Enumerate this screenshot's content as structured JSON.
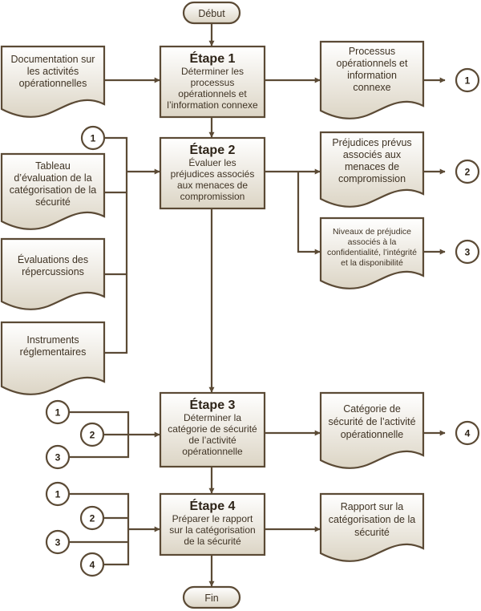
{
  "start": "Début",
  "end": "Fin",
  "inputs": {
    "doc": [
      "Documentation sur",
      "les activités",
      "opérationnelles"
    ],
    "table": [
      "Tableau",
      "d’évaluation de la",
      "catégorisation de la",
      "sécurité"
    ],
    "evals": [
      "Évaluations des",
      "répercussions"
    ],
    "instruments": [
      "Instruments",
      "réglementaires"
    ]
  },
  "steps": [
    {
      "title": "Étape 1",
      "lines": [
        "Déterminer les",
        "processus",
        "opérationnels et",
        "l’information connexe"
      ]
    },
    {
      "title": "Étape 2",
      "lines": [
        "Évaluer les",
        "préjudices associés",
        "aux menaces de",
        "compromission"
      ]
    },
    {
      "title": "Étape 3",
      "lines": [
        "Déterminer la",
        "catégorie de sécurité",
        "de l’activité",
        "opérationnelle"
      ]
    },
    {
      "title": "Étape 4",
      "lines": [
        "Préparer le rapport",
        "sur la catégorisation",
        "de la sécurité"
      ]
    }
  ],
  "outputs": {
    "o1": [
      "Processus",
      "opérationnels et",
      "information",
      "connexe"
    ],
    "o2": [
      "Préjudices prévus",
      "associés aux",
      "menaces de",
      "compromission"
    ],
    "o3": [
      "Niveaux de préjudice",
      "associés à la",
      "confidentialité, l’intégrité",
      "et la disponibilité"
    ],
    "o4": [
      "Catégorie de",
      "sécurité de l’activité",
      "opérationnelle"
    ],
    "o5": [
      "Rapport sur la",
      "catégorisation de la",
      "sécurité"
    ]
  },
  "connectors": [
    "1",
    "2",
    "3",
    "4"
  ],
  "colors": {
    "stroke": "#5b4a35",
    "fill_top": "#ffffff",
    "fill_bottom": "#ddd6c6"
  }
}
